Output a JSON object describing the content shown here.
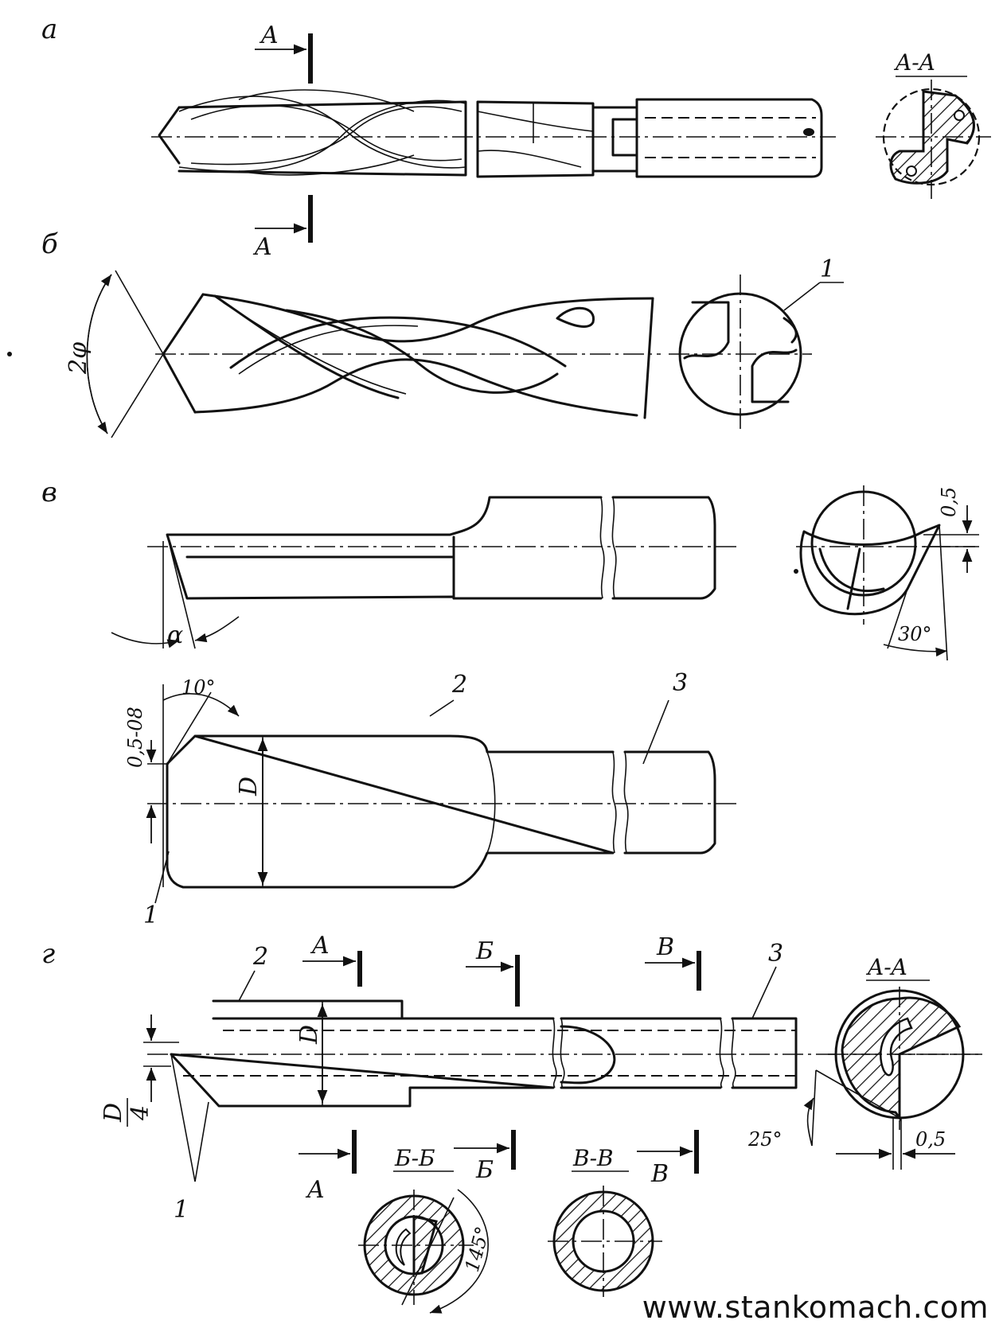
{
  "panels": {
    "a": {
      "letter": "а",
      "section_mark_top": "A",
      "section_mark_bottom": "A",
      "section_title": "A-A"
    },
    "b": {
      "letter": "б",
      "angle_label": "2φ",
      "callout": "1"
    },
    "v": {
      "letter": "в",
      "angle_alpha": "α",
      "dim_half": "0,5",
      "angle_30": "30°",
      "angle_10": "10°",
      "dim_05_08": "0,5-08",
      "dim_D": "D",
      "callout_1": "1",
      "callout_2": "2",
      "callout_3": "3"
    },
    "g": {
      "letter": "г",
      "mark_A": "A",
      "mark_B": "Б",
      "mark_V": "В",
      "mark_A_bottom": "A",
      "mark_B_bottom": "Б",
      "mark_V_bottom": "В",
      "callout_1": "1",
      "callout_2": "2",
      "callout_3": "3",
      "dim_D": "D",
      "dim_D4_num": "D",
      "dim_D4_den": "4",
      "section_AA": "A-A",
      "section_BB": "Б-Б",
      "section_VV": "В-В",
      "angle_145": "145°",
      "angle_25": "25°",
      "dim_05": "0,5"
    }
  },
  "watermark": "www.stankomach.com"
}
